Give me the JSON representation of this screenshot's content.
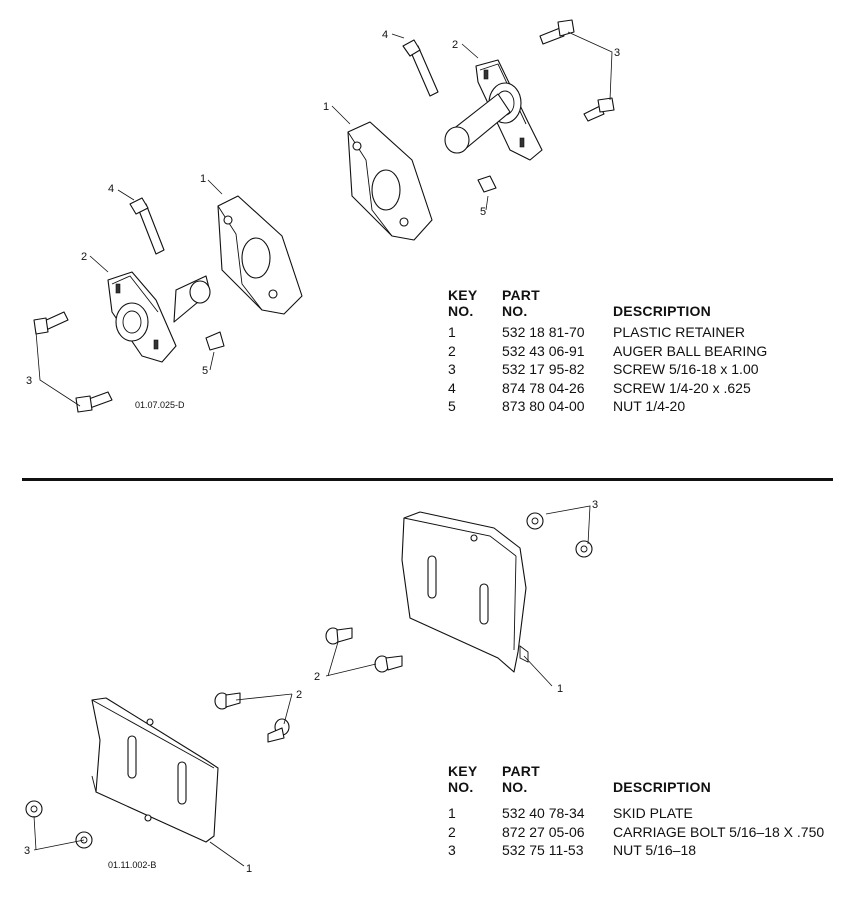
{
  "section1": {
    "figure_code": "01.07.025-D",
    "header": {
      "key1": "KEY",
      "key2": "NO.",
      "part1": "PART",
      "part2": "NO.",
      "desc": "DESCRIPTION"
    },
    "rows": [
      {
        "key": "1",
        "part": "532 18 81-70",
        "desc": "PLASTIC RETAINER"
      },
      {
        "key": "2",
        "part": "532 43 06-91",
        "desc": "AUGER BALL BEARING"
      },
      {
        "key": "3",
        "part": "532 17 95-82",
        "desc": "SCREW 5/16-18 x 1.00"
      },
      {
        "key": "4",
        "part": "874 78 04-26",
        "desc": "SCREW 1/4-20 x .625"
      },
      {
        "key": "5",
        "part": "873 80 04-00",
        "desc": "NUT 1/4-20"
      }
    ],
    "callouts": {
      "c1": "1",
      "c2": "2",
      "c3": "3",
      "c4": "4",
      "c5": "5"
    }
  },
  "section2": {
    "figure_code": "01.11.002-B",
    "header": {
      "key1": "KEY",
      "key2": "NO.",
      "part1": "PART",
      "part2": "NO.",
      "desc": "DESCRIPTION"
    },
    "rows": [
      {
        "key": "1",
        "part": "532 40 78-34",
        "desc": "SKID PLATE"
      },
      {
        "key": "2",
        "part": "872 27 05-06",
        "desc": "CARRIAGE BOLT 5/16–18 X .750"
      },
      {
        "key": "3",
        "part": "532 75 11-53",
        "desc": "NUT 5/16–18"
      }
    ],
    "callouts": {
      "c1": "1",
      "c2": "2",
      "c3": "3"
    }
  }
}
